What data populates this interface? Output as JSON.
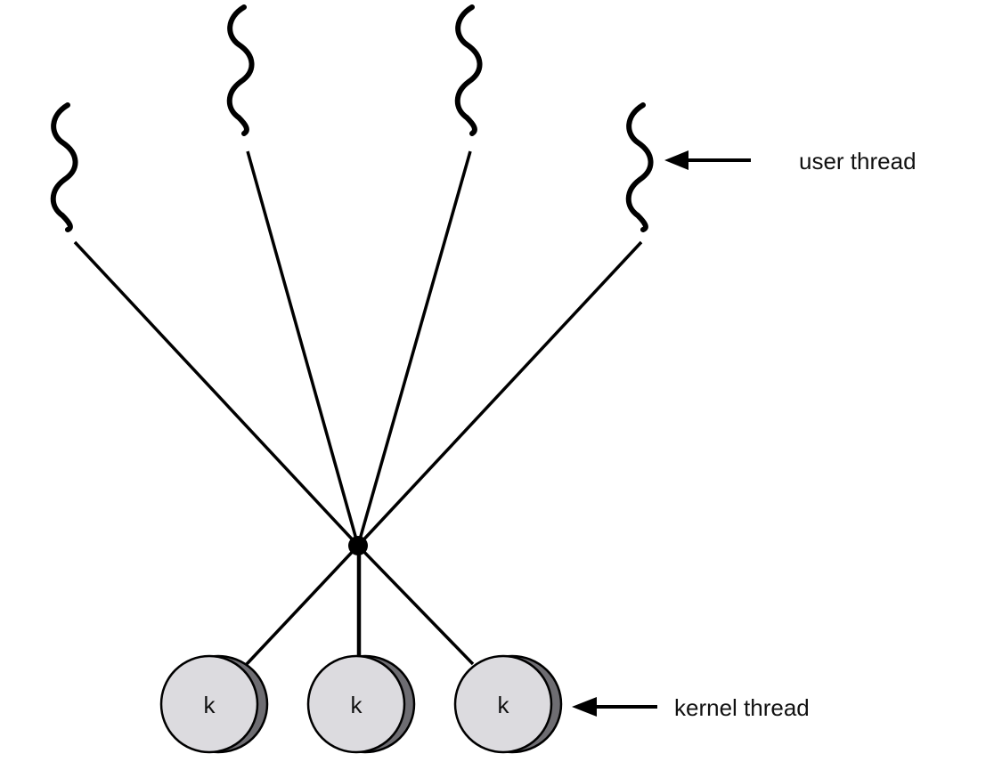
{
  "diagram": {
    "type": "many-to-many threading model",
    "labels": {
      "user_thread": "user thread",
      "kernel_thread": "kernel thread"
    },
    "user_threads": [
      {
        "id": "u1"
      },
      {
        "id": "u2"
      },
      {
        "id": "u3"
      },
      {
        "id": "u4"
      }
    ],
    "kernel_threads": [
      {
        "id": "k1",
        "label": "k"
      },
      {
        "id": "k2",
        "label": "k"
      },
      {
        "id": "k3",
        "label": "k"
      }
    ],
    "colors": {
      "stroke": "#000000",
      "kernel_face": "#dcdbdf",
      "kernel_shadow": "#6e6d72",
      "text": "#111111",
      "background": "#ffffff"
    }
  }
}
